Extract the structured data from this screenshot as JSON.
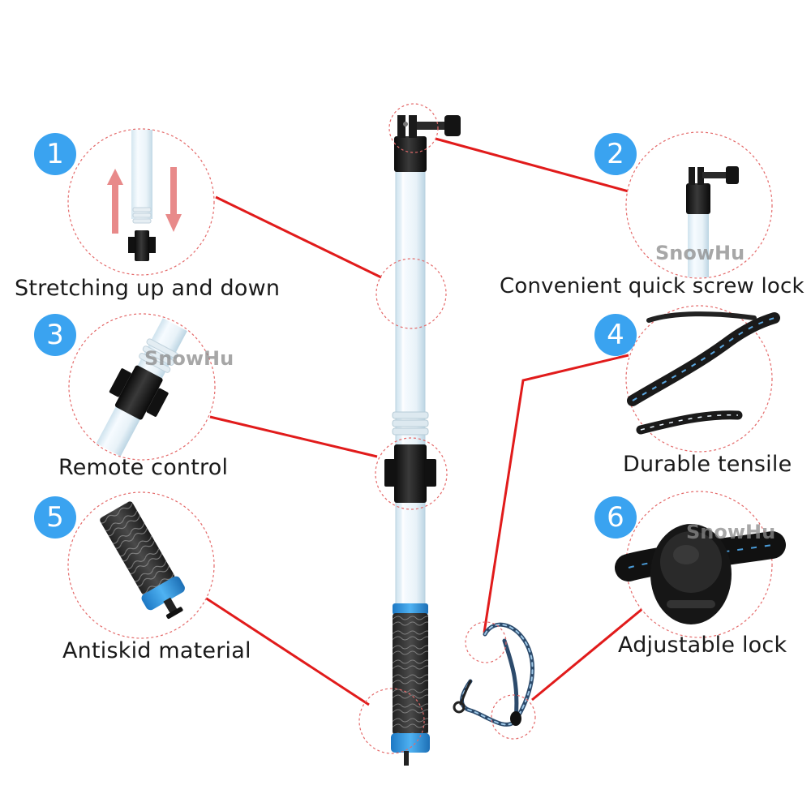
{
  "colors": {
    "badge": "#3aa3f0",
    "leader_line": "#e11b1b",
    "circle_dash": "#e46a6a",
    "arrow": "#e88a8a",
    "grip": "#333333",
    "accent_blue": "#2f93e0"
  },
  "brand": "SnowHu",
  "features": [
    {
      "number": "1",
      "label": "Stretching up and down"
    },
    {
      "number": "2",
      "label": "Convenient quick screw lock"
    },
    {
      "number": "3",
      "label": "Remote control"
    },
    {
      "number": "4",
      "label": "Durable tensile"
    },
    {
      "number": "5",
      "label": "Antiskid material"
    },
    {
      "number": "6",
      "label": "Adjustable lock"
    }
  ]
}
